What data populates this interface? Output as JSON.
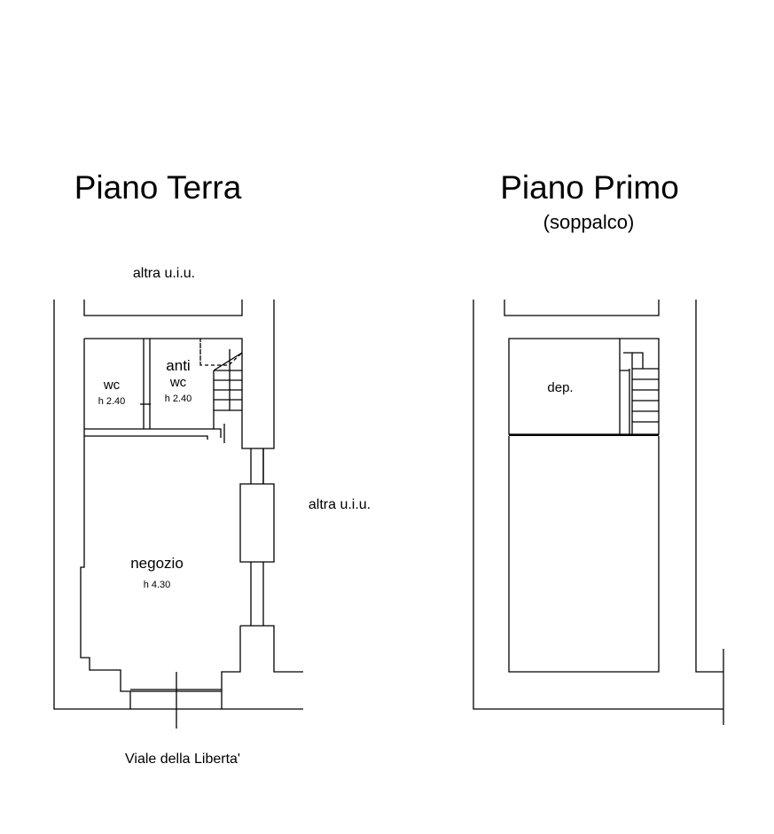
{
  "ground_floor": {
    "title": "Piano Terra",
    "neighbor_top": "altra u.i.u.",
    "neighbor_right": "altra u.i.u.",
    "street": "Viale della Liberta'",
    "rooms": {
      "wc": {
        "name": "wc",
        "height": "h 2.40"
      },
      "anti_wc": {
        "name_line1": "anti",
        "name_line2": "wc",
        "height": "h 2.40"
      },
      "negozio": {
        "name": "negozio",
        "height": "h 4.30"
      }
    }
  },
  "first_floor": {
    "title": "Piano Primo",
    "subtitle": "(soppalco)",
    "rooms": {
      "dep": {
        "name": "dep."
      }
    }
  }
}
